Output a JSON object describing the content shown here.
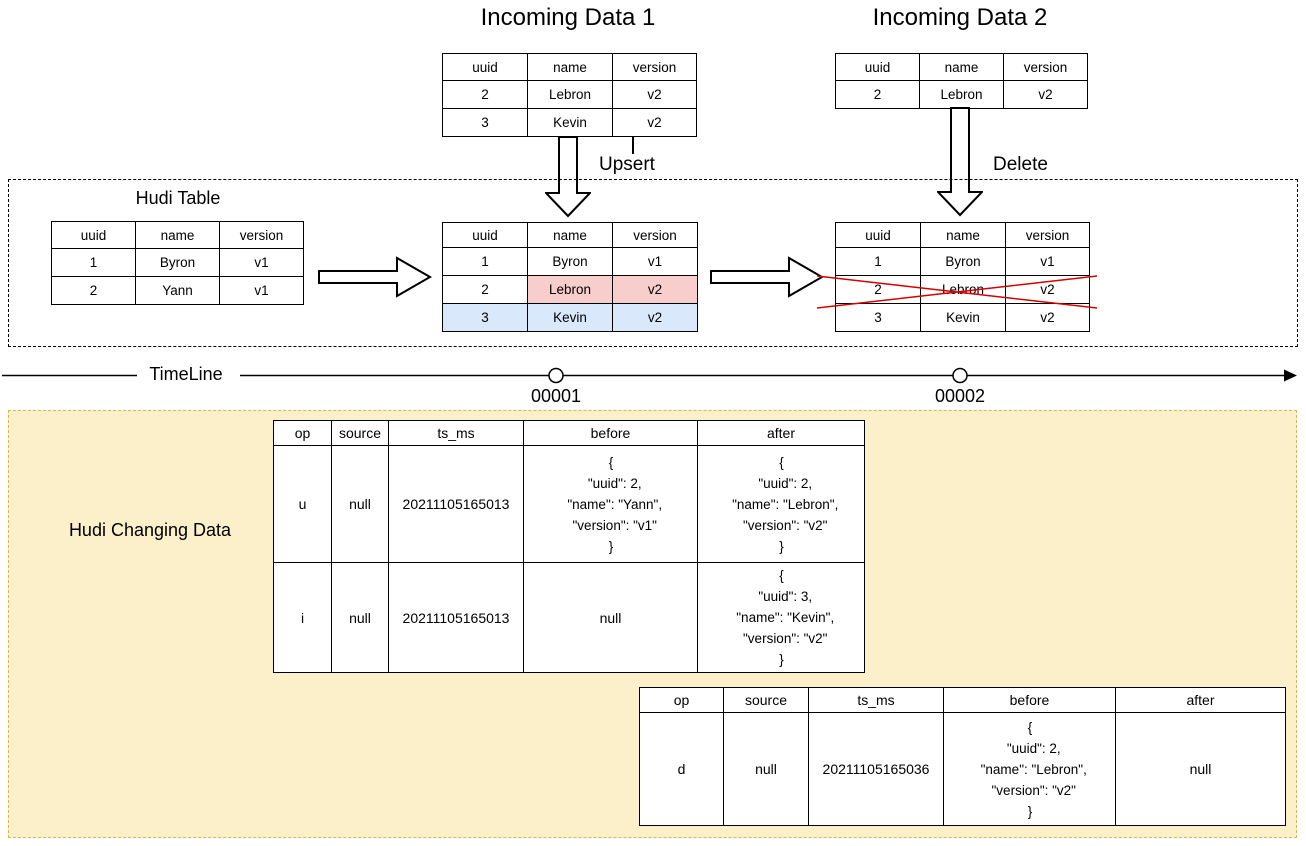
{
  "titles": {
    "incoming1": "Incoming Data 1",
    "incoming2": "Incoming Data 2",
    "hudi_table": "Hudi Table",
    "timeline": "TimeLine",
    "changing": "Hudi Changing Data"
  },
  "labels": {
    "upsert": "Upsert",
    "delete": "Delete",
    "commit1": "00001",
    "commit2": "00002"
  },
  "colors": {
    "highlight_red_fill": "#F8CECC",
    "highlight_red_border": "#B85450",
    "highlight_blue_fill": "#DAE8FC",
    "highlight_blue_border": "#6C8EBF",
    "box_yellow_fill": "#FCF0CB",
    "box_yellow_border": "#D6B656",
    "cross_red": "#D40000"
  },
  "tables": {
    "incoming1": {
      "headers": [
        "uuid",
        "name",
        "version"
      ],
      "rows": [
        [
          "2",
          "Lebron",
          "v2"
        ],
        [
          "3",
          "Kevin",
          "v2"
        ]
      ]
    },
    "incoming2": {
      "headers": [
        "uuid",
        "name",
        "version"
      ],
      "rows": [
        [
          "2",
          "Lebron",
          "v2"
        ]
      ]
    },
    "hudi_initial": {
      "headers": [
        "uuid",
        "name",
        "version"
      ],
      "rows": [
        [
          "1",
          "Byron",
          "v1"
        ],
        [
          "2",
          "Yann",
          "v1"
        ]
      ]
    },
    "hudi_after_upsert": {
      "headers": [
        "uuid",
        "name",
        "version"
      ],
      "rows": [
        [
          "1",
          "Byron",
          "v1"
        ],
        [
          "2",
          "Lebron",
          "v2"
        ],
        [
          "3",
          "Kevin",
          "v2"
        ]
      ]
    },
    "hudi_after_delete": {
      "headers": [
        "uuid",
        "name",
        "version"
      ],
      "rows": [
        [
          "1",
          "Byron",
          "v1"
        ],
        [
          "2",
          "Lebron",
          "v2"
        ],
        [
          "3",
          "Kevin",
          "v2"
        ]
      ]
    },
    "cdc1": {
      "headers": [
        "op",
        "source",
        "ts_ms",
        "before",
        "after"
      ],
      "rows": [
        [
          "u",
          "null",
          "20211105165013",
          "{\n  \"uuid\": 2,\n  \"name\": \"Yann\",\n  \"version\": \"v1\"\n}",
          "{\n  \"uuid\": 2,\n  \"name\": \"Lebron\",\n  \"version\": \"v2\"\n}"
        ],
        [
          "i",
          "null",
          "20211105165013",
          "null",
          "{\n  \"uuid\": 3,\n  \"name\": \"Kevin\",\n  \"version\": \"v2\"\n}"
        ]
      ]
    },
    "cdc2": {
      "headers": [
        "op",
        "source",
        "ts_ms",
        "before",
        "after"
      ],
      "rows": [
        [
          "d",
          "null",
          "20211105165036",
          "{\n  \"uuid\": 2,\n  \"name\": \"Lebron\",\n  \"version\": \"v2\"\n}",
          "null"
        ]
      ]
    }
  }
}
